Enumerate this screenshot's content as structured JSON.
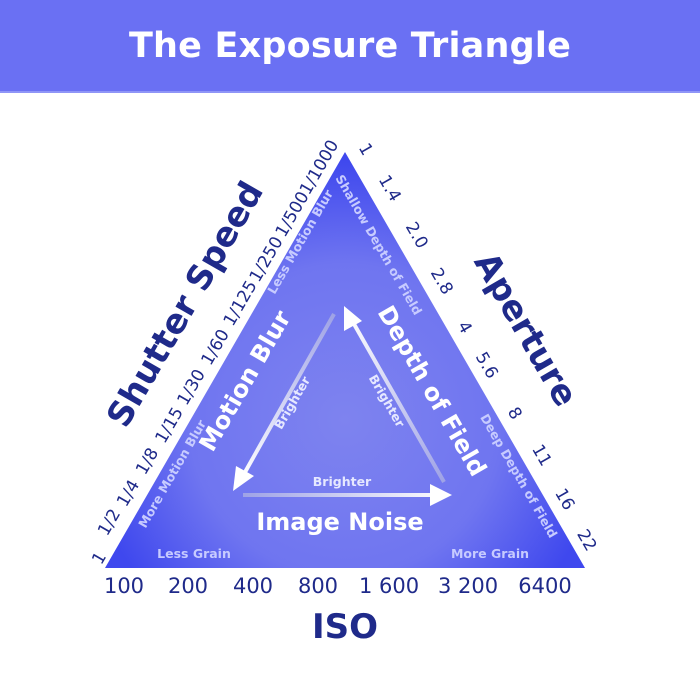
{
  "header": {
    "title": "The Exposure Triangle"
  },
  "colors": {
    "header_bg": "#6a70f3",
    "triangle_edge": "#3d46ee",
    "triangle_center": "#7b80ef",
    "label_dark": "#1f2a8a"
  },
  "shutter": {
    "title": "Shutter Speed",
    "ticks": [
      "1",
      "1/2",
      "1/4",
      "1/8",
      "1/15",
      "1/30",
      "1/60",
      "1/125",
      "1/250",
      "1/500",
      "1/1000"
    ],
    "more_label": "More Motion Blur",
    "less_label": "Less Motion Blur",
    "inner_label": "Motion Blur"
  },
  "aperture": {
    "title": "Aperture",
    "ticks": [
      "1",
      "1.4",
      "2.0",
      "2.8",
      "4",
      "5.6",
      "8",
      "11",
      "16",
      "22"
    ],
    "shallow_label": "Shallow Depth of Field",
    "deep_label": "Deep Depth of Field",
    "inner_label": "Depth of Field"
  },
  "iso": {
    "title": "ISO",
    "ticks": [
      "100",
      "200",
      "400",
      "800",
      "1 600",
      "3 200",
      "6400"
    ],
    "less_label": "Less Grain",
    "more_label": "More Grain",
    "inner_label": "Image Noise"
  },
  "arrows": {
    "left": "Brighter",
    "right": "Brighter",
    "bottom": "Brighter"
  }
}
